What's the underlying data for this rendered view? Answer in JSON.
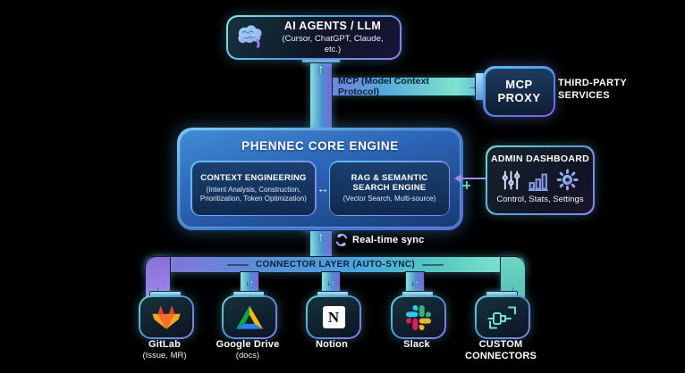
{
  "colors": {
    "background": "#000000",
    "teal_accent": "#7fe3cc",
    "blue_accent": "#4aa3e0",
    "purple_accent": "#8f7bec",
    "pipe_label_text": "#0c2233",
    "gitlab_orange": "#fc6d26",
    "gitlab_red": "#e24329",
    "gitlab_yellow": "#fca326",
    "drive_green": "#00ac47",
    "drive_yellow": "#ffba00",
    "drive_blue": "#2684fc",
    "slack_blue": "#36c5f0",
    "slack_green": "#2eb67d",
    "slack_yellow": "#ecb22e",
    "slack_red": "#e01e5a"
  },
  "glyphs": {
    "up": "↑",
    "down": "↓",
    "right": "→",
    "both": "↔"
  },
  "ai_agents": {
    "title": "AI AGENTS / LLM",
    "subtitle": "(Cursor, ChatGPT, Claude, etc.)"
  },
  "mcp": {
    "pipe_label": "MCP (Model Context Protocol)",
    "proxy_line1": "MCP",
    "proxy_line2": "PROXY",
    "third_party_line1": "THIRD-PARTY",
    "third_party_line2": "SERVICES"
  },
  "core": {
    "title": "PHENNEC CORE ENGINE",
    "context_engineering": {
      "title": "CONTEXT ENGINEERING",
      "subtitle": "(Intent Analysis, Construction, Prioritization, Token Optimization)"
    },
    "rag": {
      "title": "RAG & SEMANTIC SEARCH ENGINE",
      "subtitle": "(Vector Search, Multi-source)"
    }
  },
  "admin": {
    "title": "ADMIN DASHBOARD",
    "caption": "Control, Stats, Settings"
  },
  "realtime_sync_label": "Real-time sync",
  "connector_layer_label": "CONNECTOR LAYER (AUTO-SYNC)",
  "connectors": [
    {
      "name": "GitLab",
      "caption": "(Issue, MR)"
    },
    {
      "name": "Google Drive",
      "caption": "(docs)"
    },
    {
      "name": "Notion",
      "caption": ""
    },
    {
      "name": "Slack",
      "caption": ""
    },
    {
      "name": "CUSTOM CONNECTORS",
      "caption": ""
    }
  ]
}
